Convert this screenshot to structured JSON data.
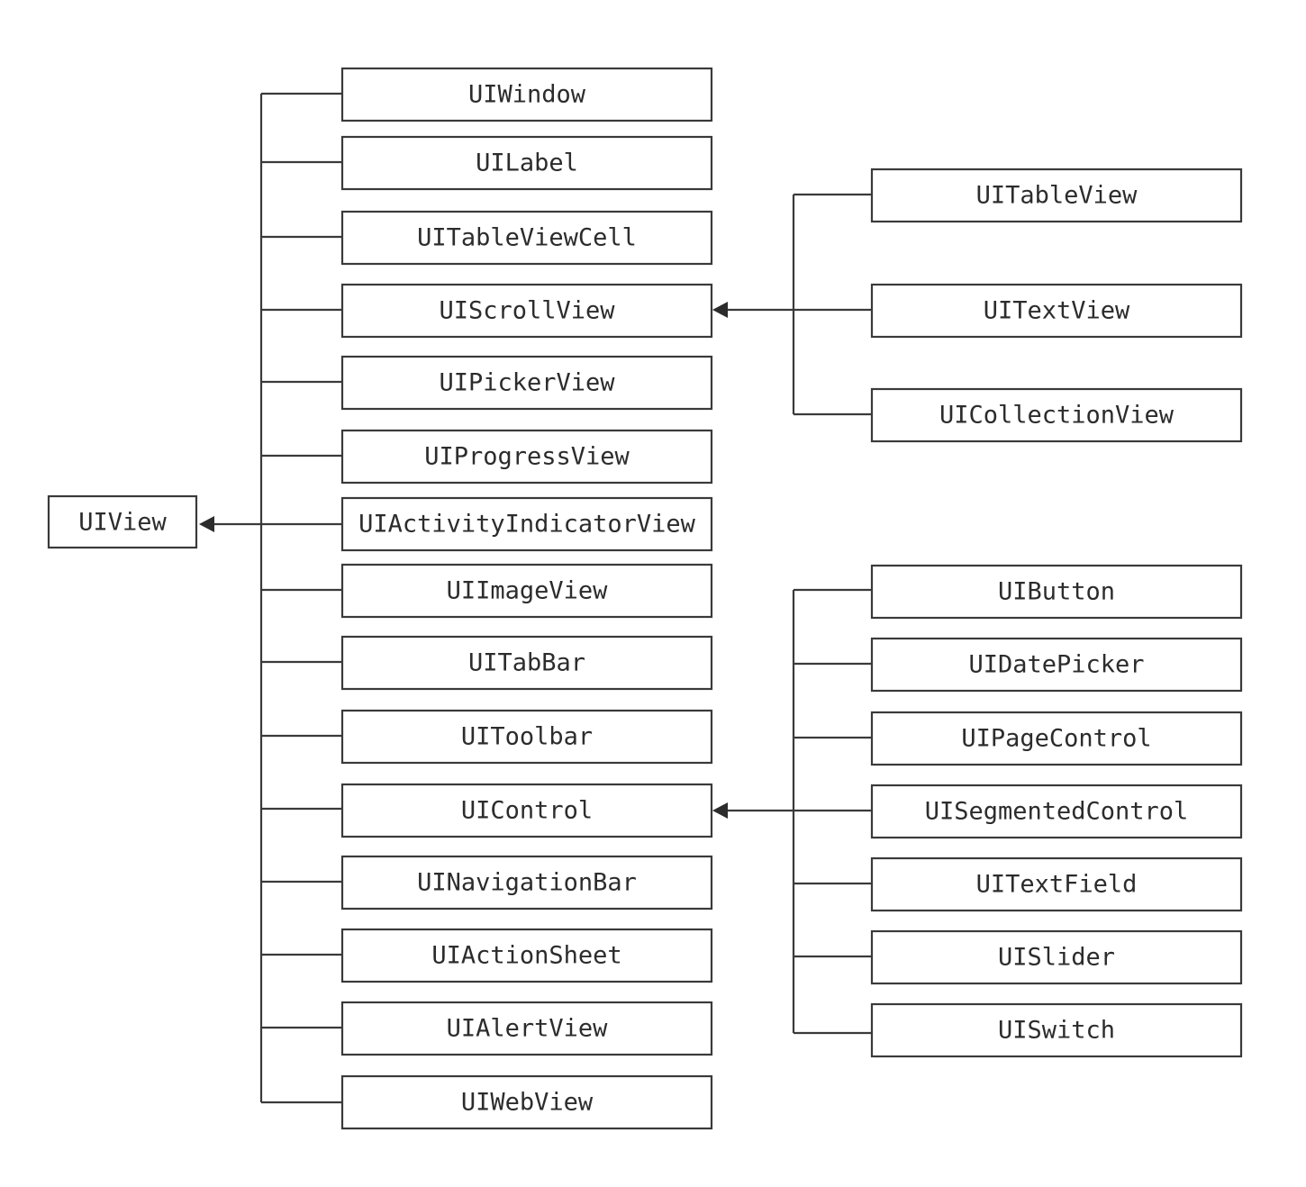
{
  "root": {
    "label": "UIView"
  },
  "subclasses": [
    {
      "label": "UIWindow"
    },
    {
      "label": "UILabel"
    },
    {
      "label": "UITableViewCell"
    },
    {
      "label": "UIScrollView"
    },
    {
      "label": "UIPickerView"
    },
    {
      "label": "UIProgressView"
    },
    {
      "label": "UIActivityIndicatorView"
    },
    {
      "label": "UIImageView"
    },
    {
      "label": "UITabBar"
    },
    {
      "label": "UIToolbar"
    },
    {
      "label": "UIControl"
    },
    {
      "label": "UINavigationBar"
    },
    {
      "label": "UIActionSheet"
    },
    {
      "label": "UIAlertView"
    },
    {
      "label": "UIWebView"
    }
  ],
  "scroll_view_subclasses": [
    {
      "label": "UITableView"
    },
    {
      "label": "UITextView"
    },
    {
      "label": "UICollectionView"
    }
  ],
  "control_subclasses": [
    {
      "label": "UIButton"
    },
    {
      "label": "UIDatePicker"
    },
    {
      "label": "UIPageControl"
    },
    {
      "label": "UISegmentedControl"
    },
    {
      "label": "UITextField"
    },
    {
      "label": "UISlider"
    },
    {
      "label": "UISwitch"
    }
  ]
}
